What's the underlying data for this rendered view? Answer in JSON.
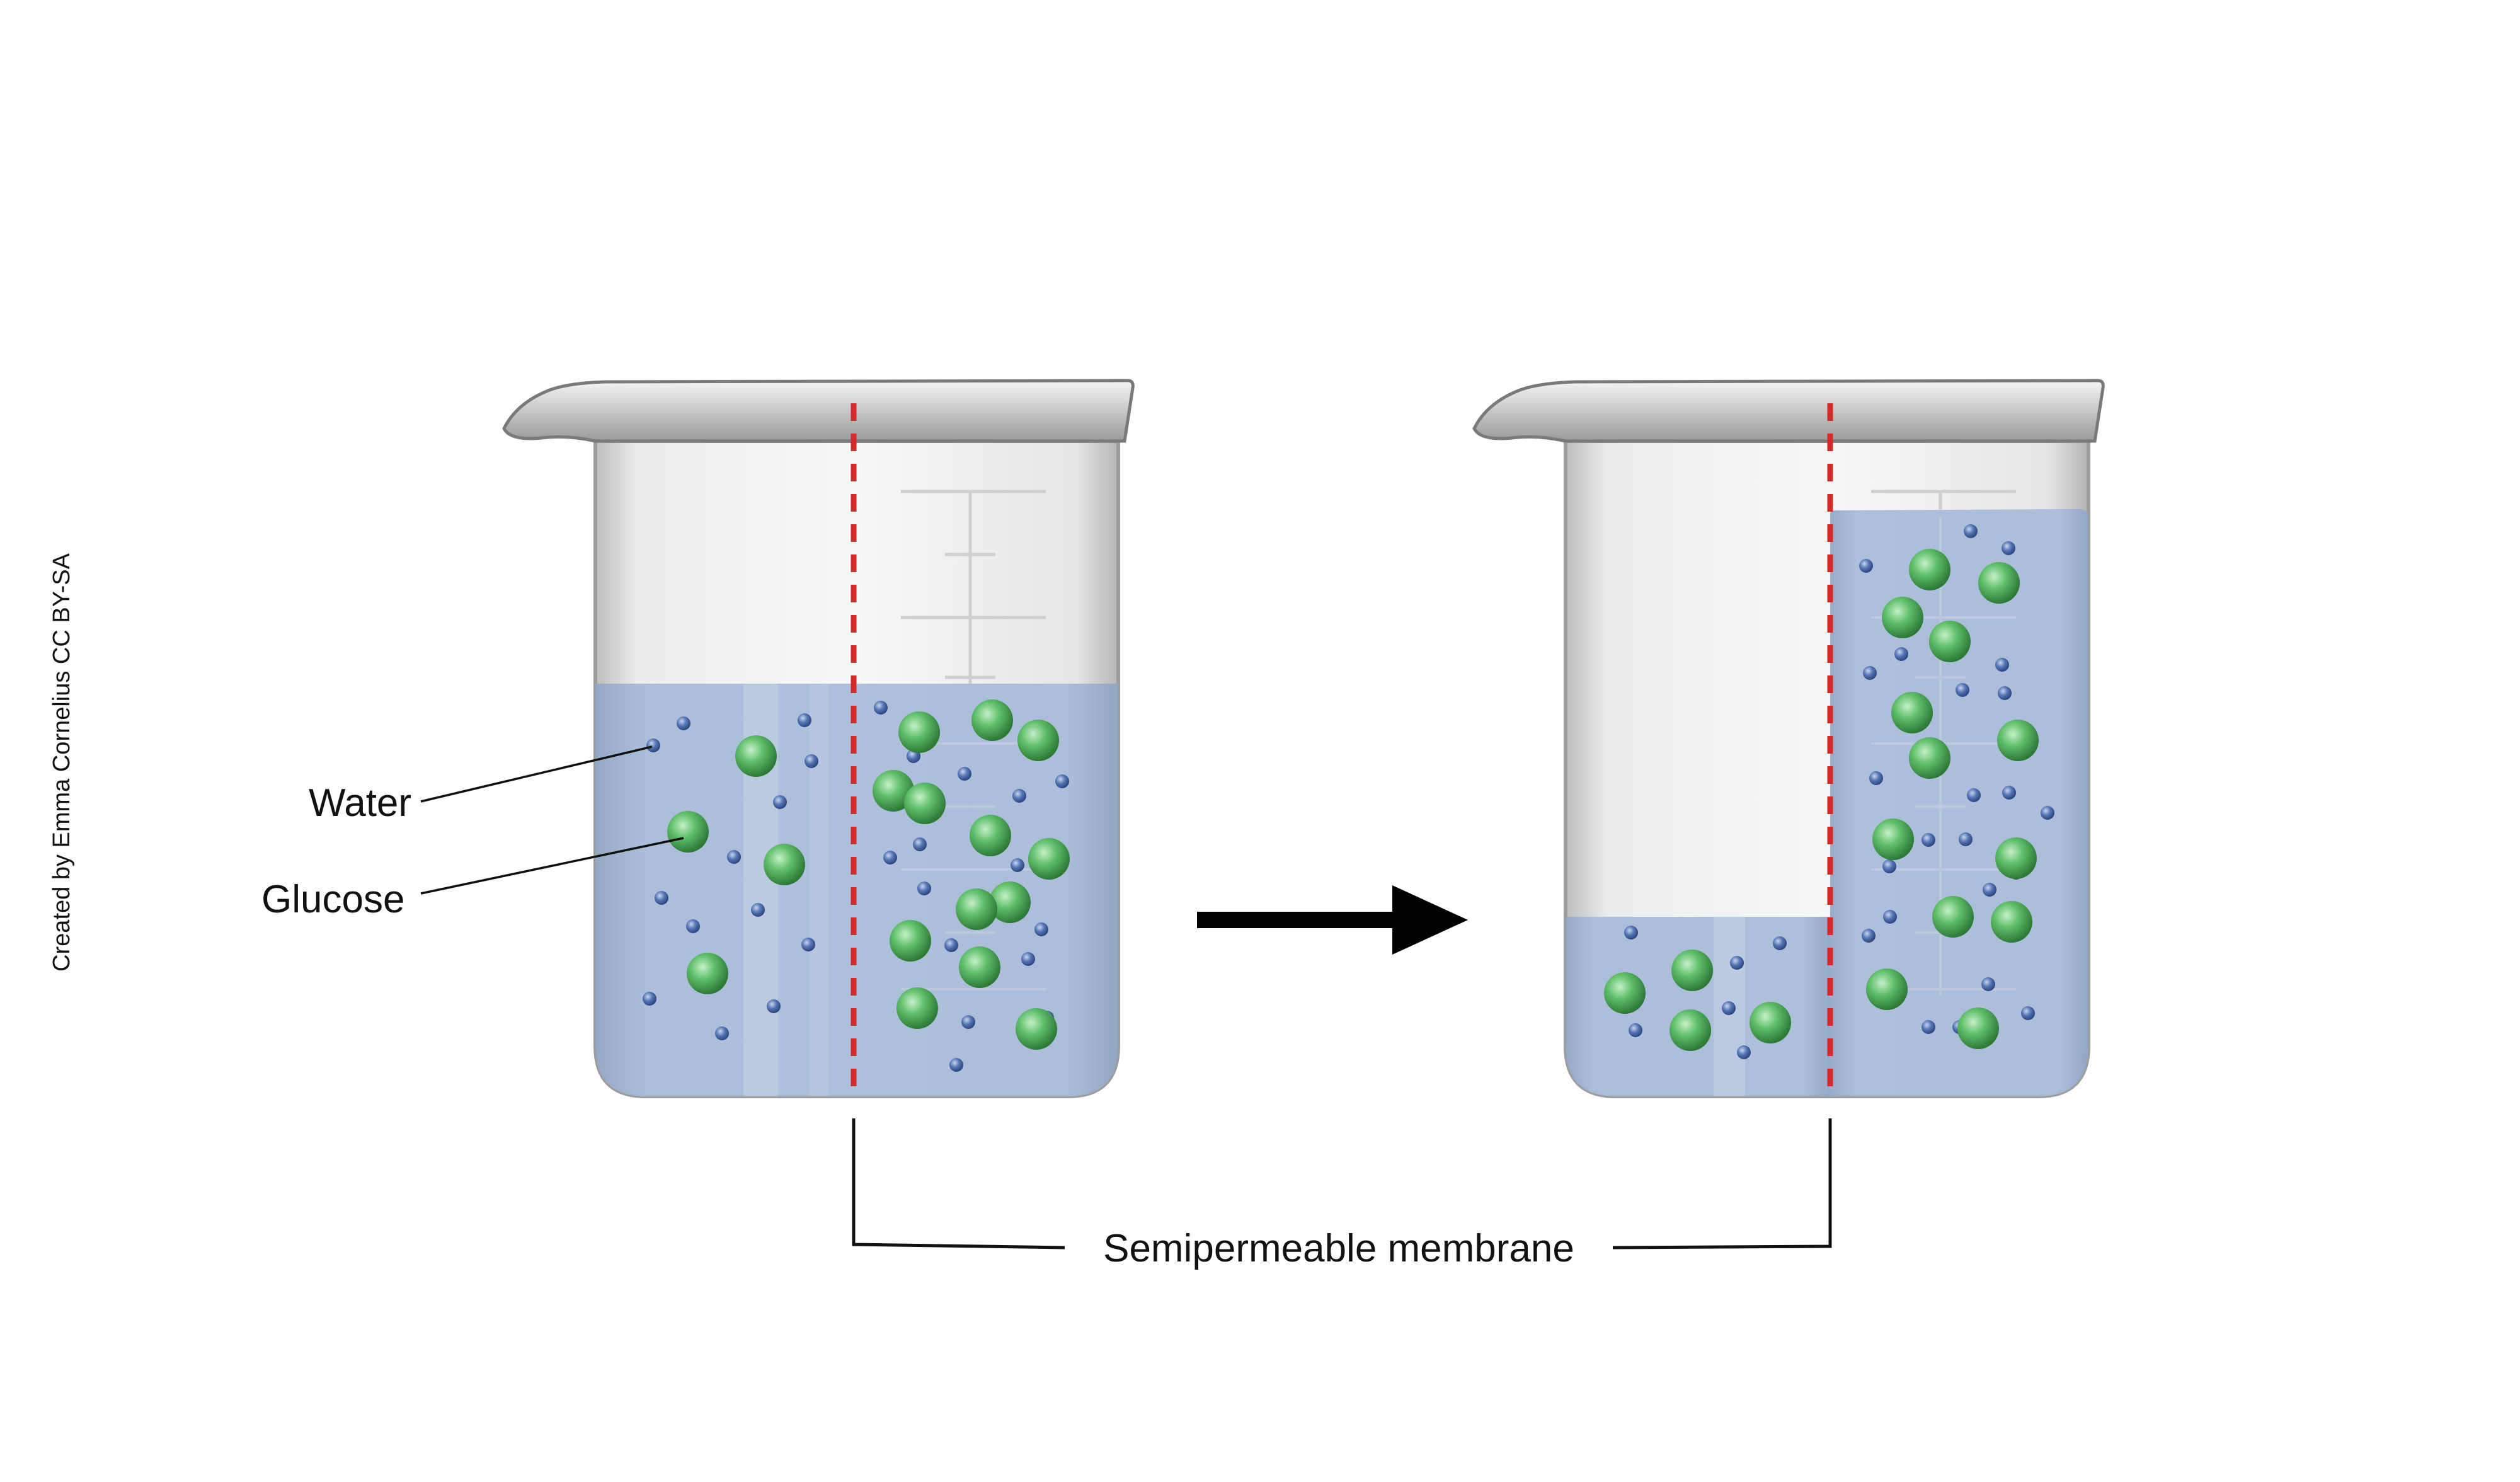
{
  "credit": "Created by Emma Cornelius CC BY-SA",
  "labels": {
    "water": "Water",
    "glucose": "Glucose",
    "membrane": "Semipermeable membrane"
  },
  "colors": {
    "water_liquid": "#a9bcd9",
    "water_molecule": "#4a6aa8",
    "glucose_molecule": "#3f9a4a",
    "membrane": "#d62a2a",
    "arrow": "#000000",
    "glass": "#eeeeee"
  },
  "icons": [
    "beaker-icon",
    "arrow-right-icon"
  ]
}
